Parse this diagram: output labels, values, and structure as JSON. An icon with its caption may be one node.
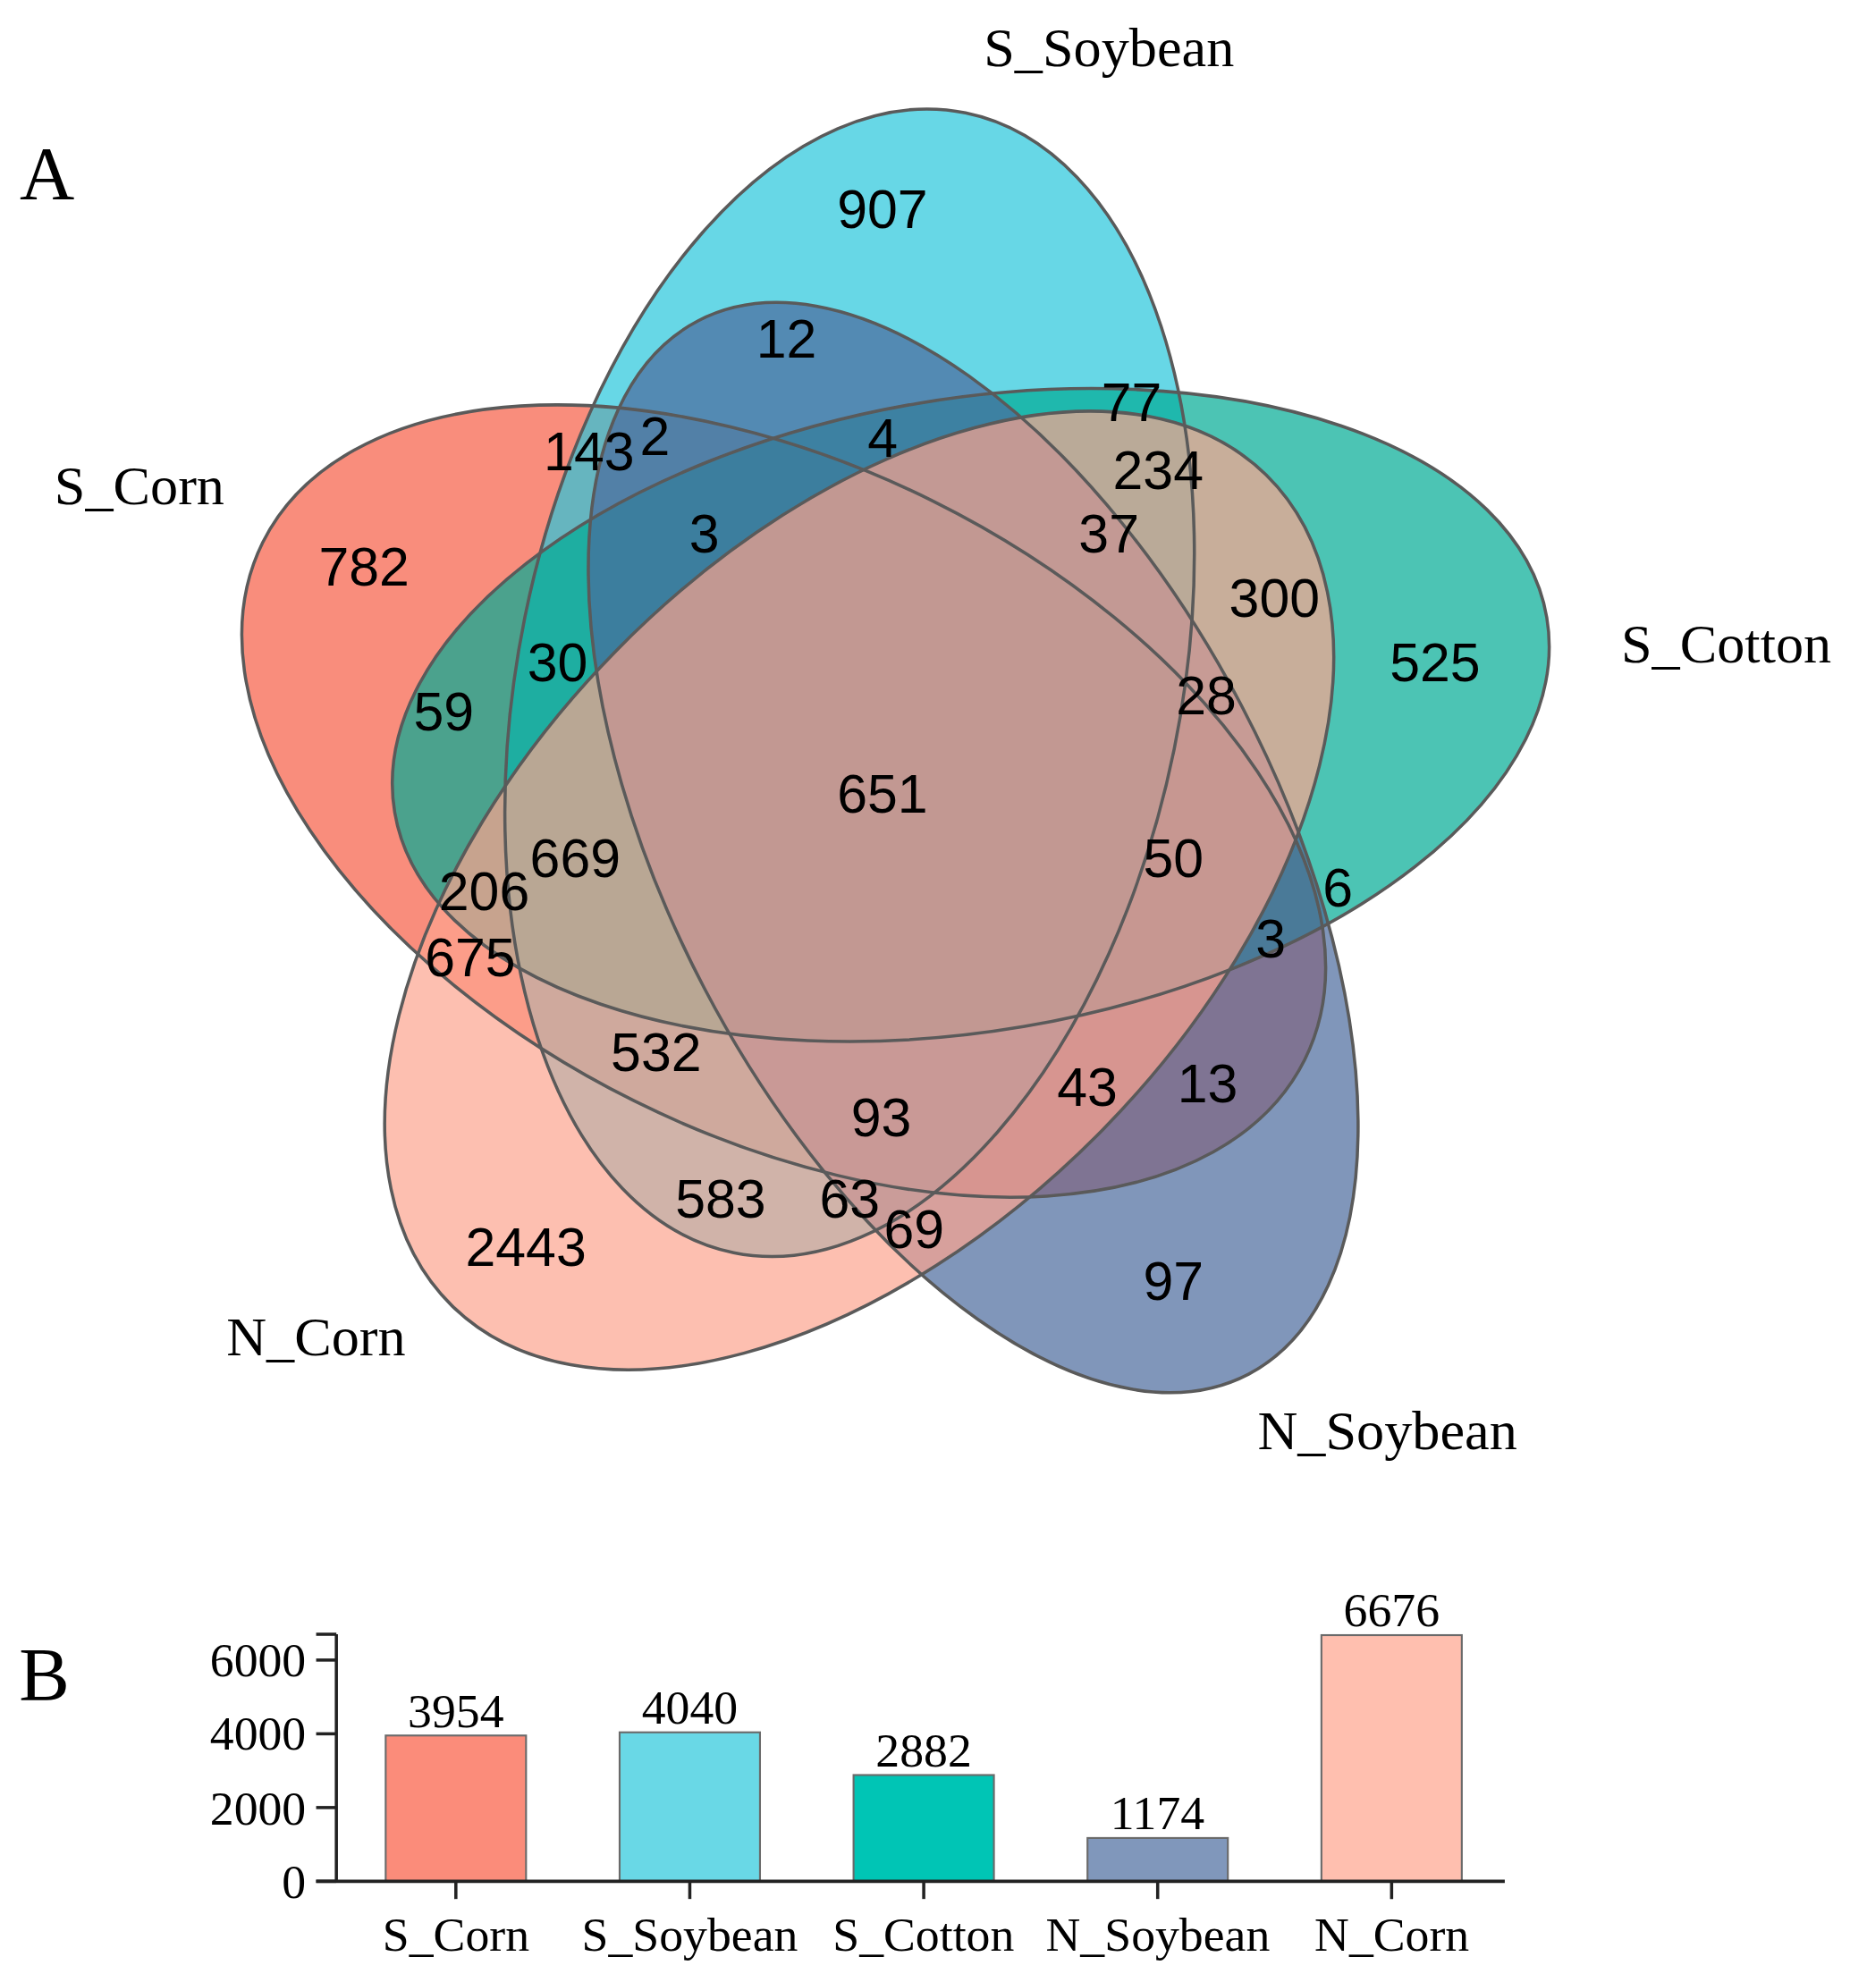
{
  "diagram": {
    "nodes": [
      {
        "text": [
          "S_Soybean"
        ]
      },
      {
        "text": [
          "S_Corn"
        ]
      },
      {
        "text": [
          "S_Cotton"
        ]
      },
      {
        "text": [
          "N_Corn"
        ]
      },
      {
        "text": [
          "N_Soybean"
        ]
      }
    ],
    "labels": [
      "A",
      "907",
      "12",
      "77",
      "143",
      "2",
      "4",
      "234",
      "3",
      "37",
      "782",
      "300",
      "30",
      "525",
      "28",
      "59",
      "651",
      "669",
      "50",
      "206",
      "6",
      "3",
      "675",
      "532",
      "43",
      "13",
      "93",
      "583",
      "63",
      "69",
      "2443",
      "97",
      "B"
    ],
    "chart_data": {
      "type": "bar",
      "categories": [
        "S_Corn",
        "S_Soybean",
        "S_Cotton",
        "N_Soybean",
        "N_Corn"
      ],
      "values": [
        3954,
        4040,
        2882,
        1174,
        6676
      ],
      "ylim": [
        0,
        6700
      ],
      "yticks": [
        0,
        2000,
        4000,
        6000
      ],
      "data_labels": true
    }
  }
}
